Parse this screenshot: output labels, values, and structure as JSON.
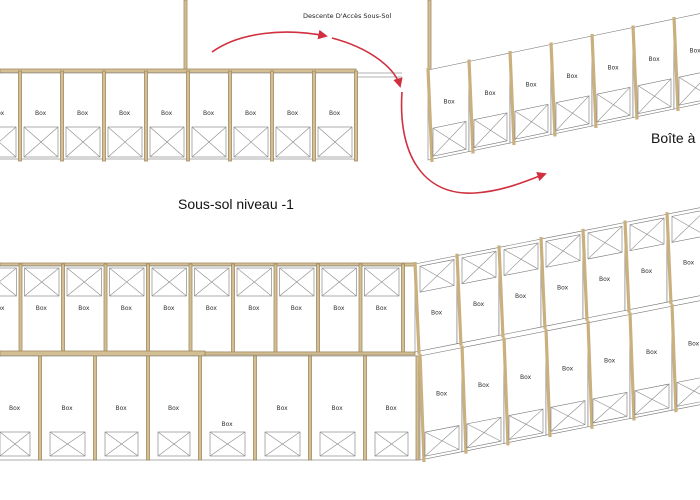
{
  "labels": {
    "ramp_title": "Descente D'Accès Sous-Sol",
    "level_title": "Sous-sol niveau -1",
    "box_corner": "Boîte à",
    "box_label": "Box"
  },
  "colors": {
    "wall": "#d4bf94",
    "route": "#d0303f",
    "cell_line": "#777777"
  },
  "icons": [
    "arrow-head-icon",
    "crossed-box-icon"
  ]
}
